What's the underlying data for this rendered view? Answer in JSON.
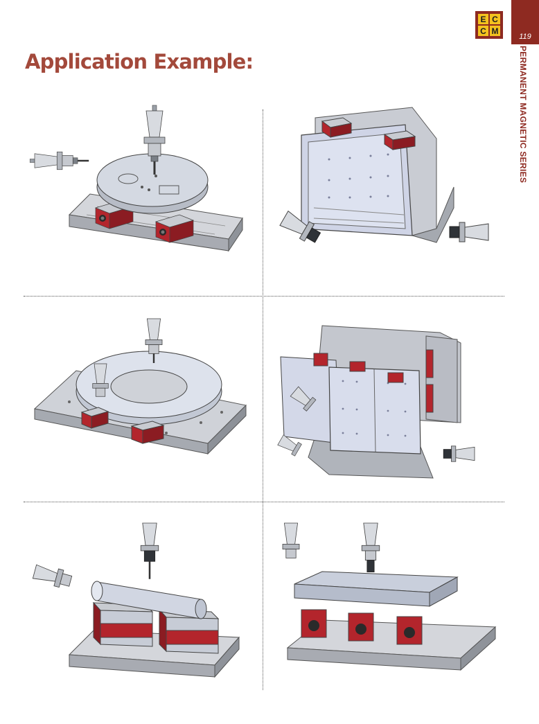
{
  "page": {
    "number": "119",
    "series_label": "PERMANENT MAGNETIC SERIES",
    "title": "Application Example:",
    "logo_text": "ECCM"
  },
  "colors": {
    "accent": "#8e2a21",
    "title": "#a3493b",
    "steel": "#c9ccd3",
    "magnet_red": "#b3252c"
  },
  "illustrations": [
    {
      "subject": "round disc workpiece on table with vertical and horizontal tool holders"
    },
    {
      "subject": "vertical magnetic plate on angle block with horizontal tool holders"
    },
    {
      "subject": "ring workpiece on magnetic blocks with tool holders"
    },
    {
      "subject": "tombstone fixture with magnetic plates on two faces"
    },
    {
      "subject": "cylindrical shaft workpiece on magnetic blocks"
    },
    {
      "subject": "rectangular plate workpiece on three magnetic blocks with two tool holders"
    }
  ]
}
